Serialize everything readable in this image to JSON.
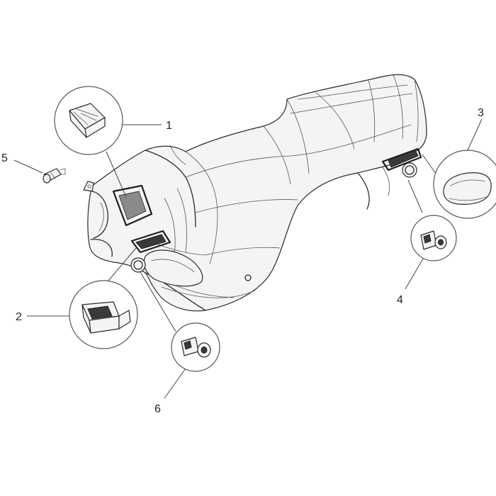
{
  "labels": {
    "p1": "1",
    "p2": "2",
    "p3": "3",
    "p4": "4",
    "p5": "5",
    "p6": "6"
  },
  "colors": {
    "line": "#2a2a2a",
    "background": "#ffffff"
  }
}
